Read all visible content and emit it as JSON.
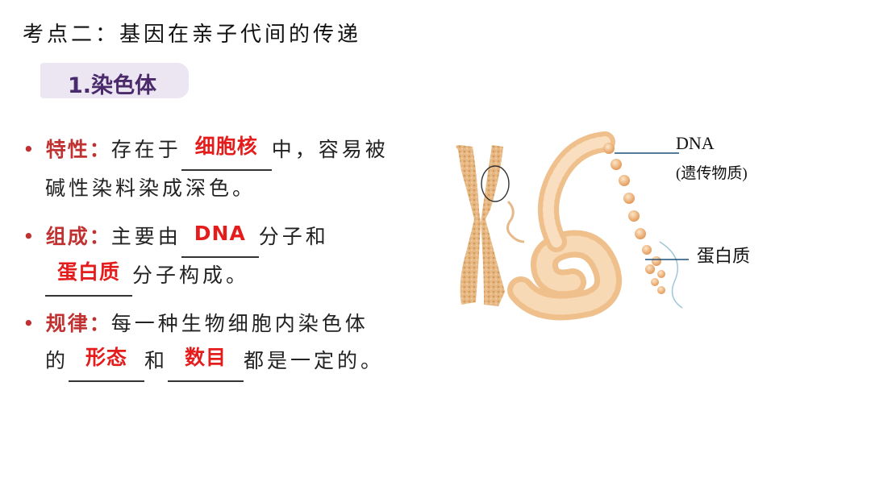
{
  "title": "考点二：基因在亲子代间的传递",
  "section": "1.染色体",
  "items": [
    {
      "keyword": "特性：",
      "line1_before": "存在于",
      "blank1": "细胞核",
      "line1_after": "中，容易被",
      "line2": "碱性染料染成深色。"
    },
    {
      "keyword": "组成：",
      "line1_before": "主要由",
      "blank1": "DNA",
      "line1_after": "分子和",
      "blank2": "蛋白质",
      "line2_after": "分子构成。"
    },
    {
      "keyword": "规律：",
      "line1": "每一种生物细胞内染色体",
      "line2_before": "的",
      "blank1": "形态",
      "line2_mid": "和",
      "blank2": "数目",
      "line2_after": "都是一定的。"
    }
  ],
  "figure": {
    "dna_label": "DNA",
    "dna_sublabel": "(遗传物质)",
    "protein_label": "蛋白质"
  },
  "colors": {
    "keyword": "#c03232",
    "answer": "#e51c1c",
    "section_bg": "#ece6f3",
    "chromosome": "#e2b27a"
  }
}
